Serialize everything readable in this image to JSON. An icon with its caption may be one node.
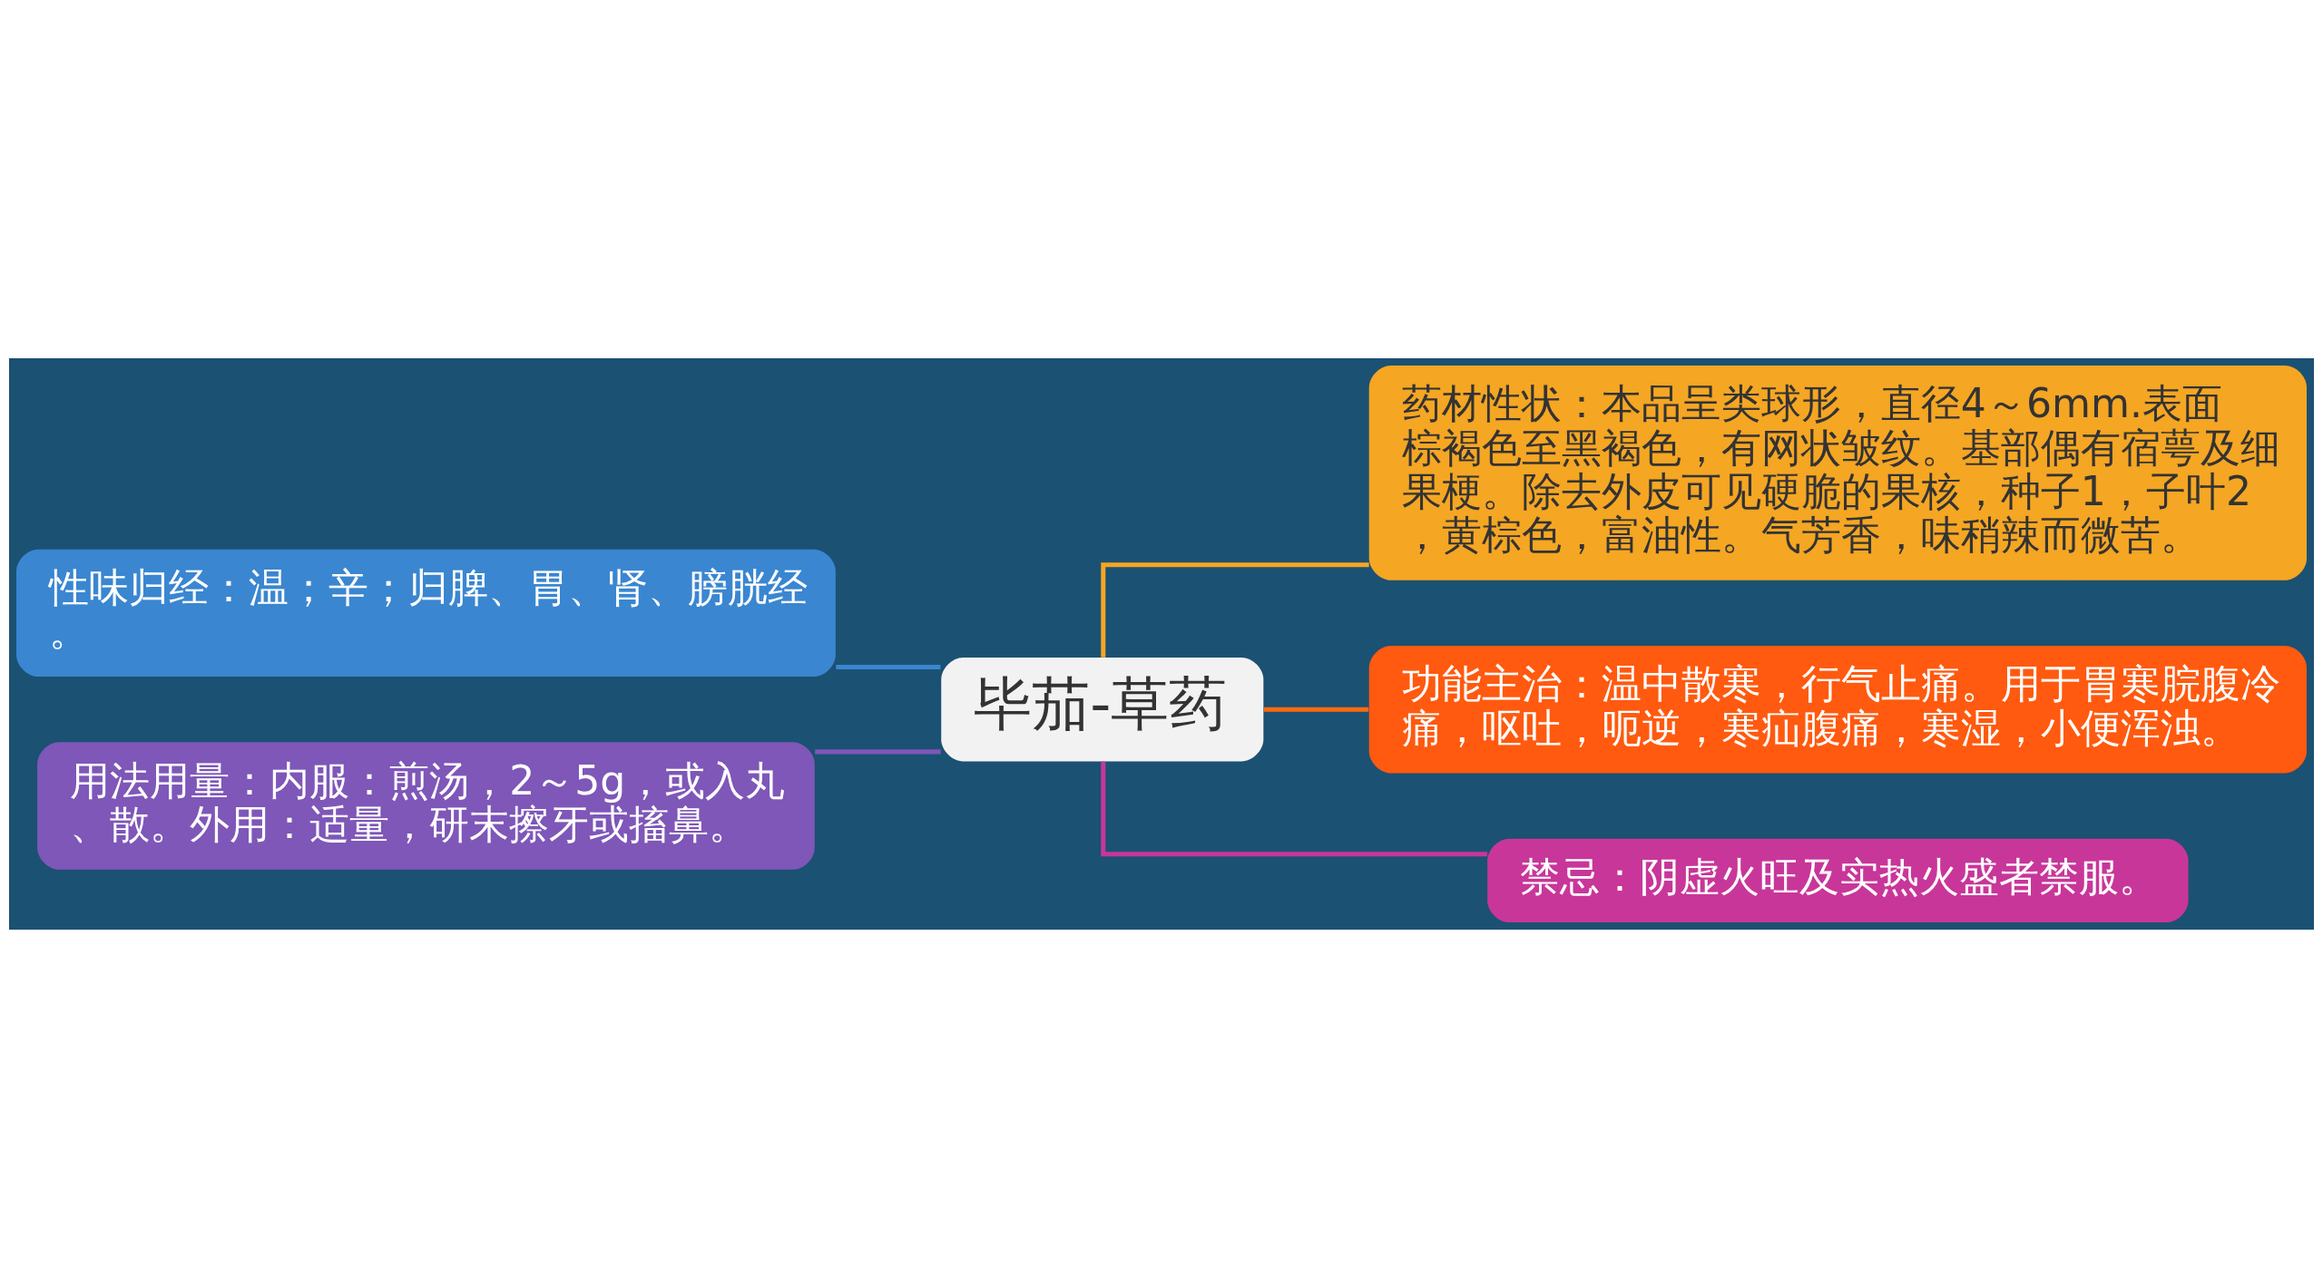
{
  "diagram": {
    "nodes": [
      {
        "text": [
          "毕茄-草药"
        ]
      },
      {
        "text": [
          "性味归经：温；辛；归脾、胃、肾、膀胱经。"
        ]
      },
      {
        "text": [
          "用法用量：内服：煎汤，2～5g，或入丸、散。外用：适量，研末擦牙或搐鼻。"
        ]
      },
      {
        "text": [
          "药材性状：本品呈类球形，直径4～6mm.表面棕褐色至黑褐色，有网状皱纹。基部偶有宿萼及细果梗。除去外皮可见硬脆的果核，种子1，子叶2，黄棕色，富油性。气芳香，味稍辣而微苦。"
        ]
      },
      {
        "text": [
          "功能主治：温中散寒，行气止痛。用于胃寒脘腹冷痛，呕吐，呃逆，寒疝腹痛，寒湿，小便浑浊。"
        ]
      },
      {
        "text": [
          "禁忌：阴虚火旺及实热火盛者禁服。"
        ]
      }
    ],
    "edges": [
      {
        "from": 0,
        "to": 1,
        "arrow": "none",
        "color": "#3a86d0"
      },
      {
        "from": 0,
        "to": 2,
        "arrow": "none",
        "color": "#7e57b8"
      },
      {
        "from": 0,
        "to": 3,
        "arrow": "none",
        "color": "#f5a623"
      },
      {
        "from": 0,
        "to": 4,
        "arrow": "none",
        "color": "#ff6a10"
      },
      {
        "from": 0,
        "to": 5,
        "arrow": "none",
        "color": "#c8369a"
      }
    ]
  }
}
